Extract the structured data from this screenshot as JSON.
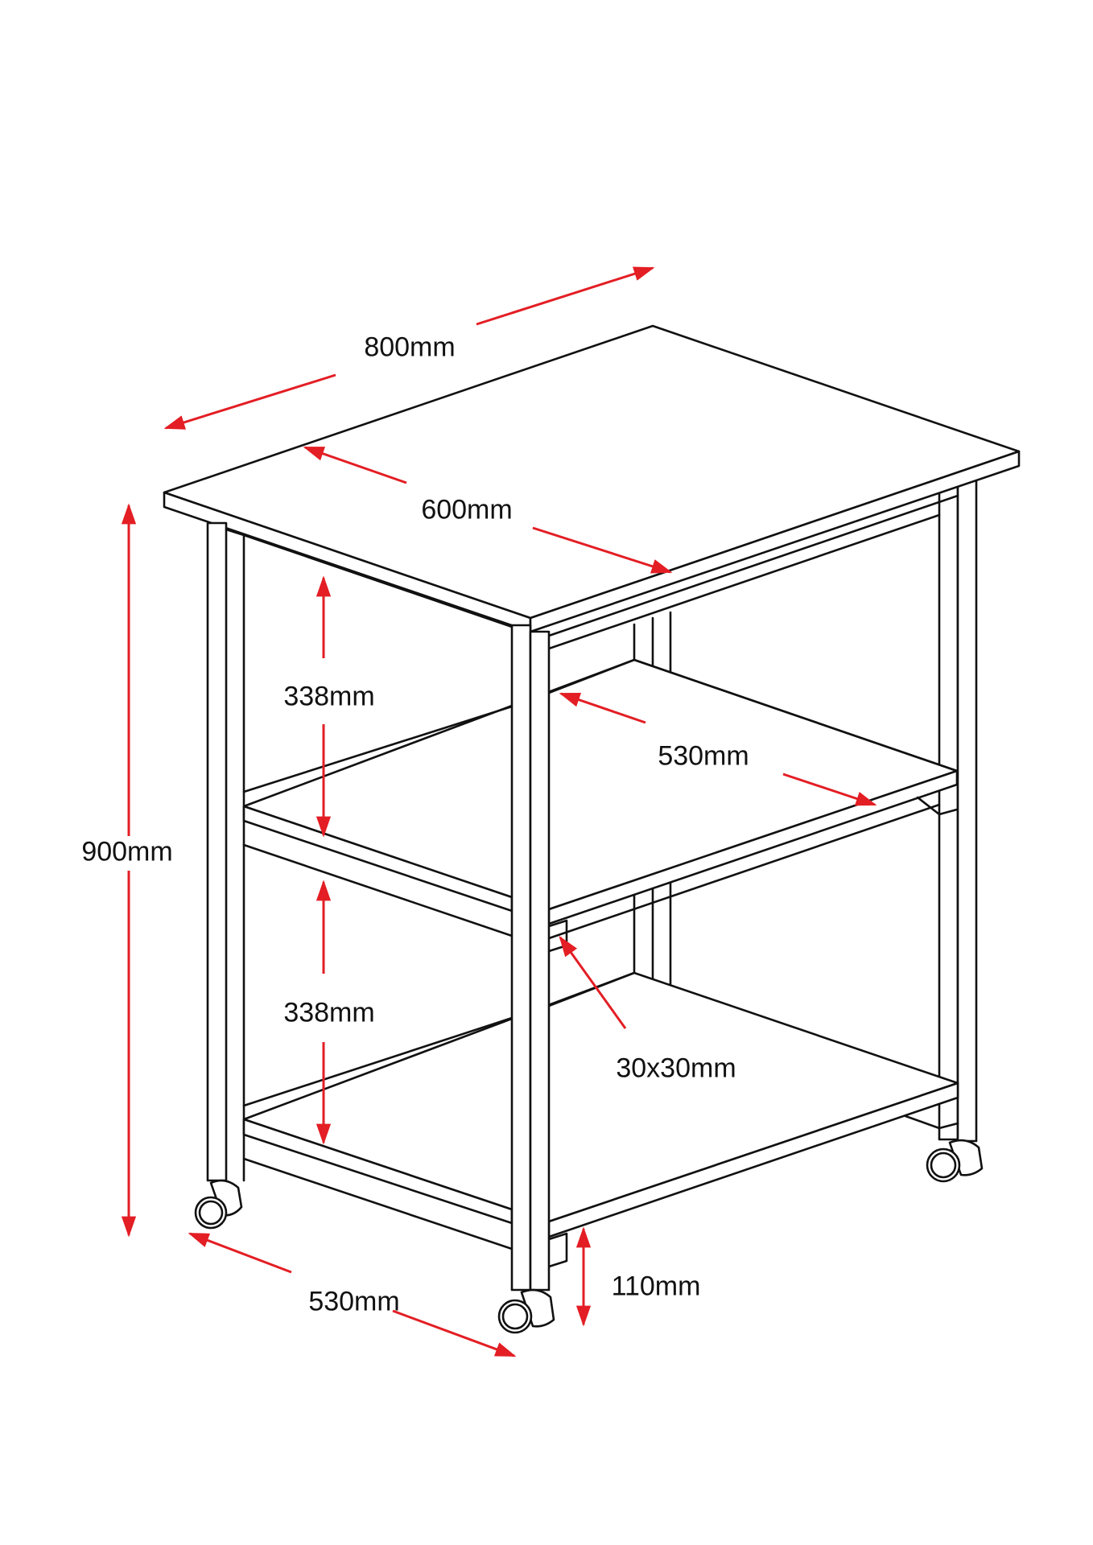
{
  "diagram": {
    "type": "dimensioned-furniture-drawing",
    "subject": "three-tier rolling cart / side table on casters",
    "colors": {
      "lines": "#111111",
      "dimensions": "#e31e24",
      "background": "#ffffff"
    },
    "dimensions": {
      "top_width": "800mm",
      "top_depth": "600mm",
      "total_height": "900mm",
      "upper_clearance": "338mm",
      "lower_clearance": "338mm",
      "shelf_width": "530mm",
      "frame_depth": "530mm",
      "frame_profile": "30x30mm",
      "ground_clearance": "110mm"
    }
  }
}
